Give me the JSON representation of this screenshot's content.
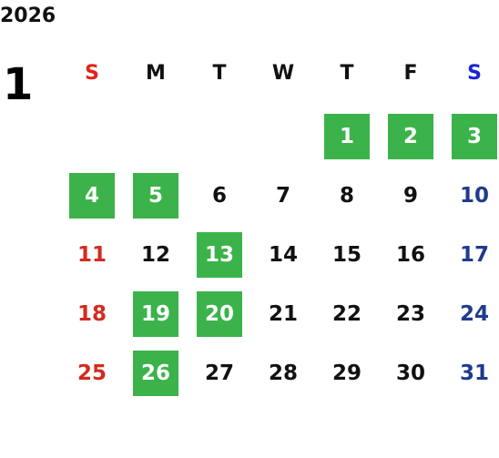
{
  "year": "2026",
  "month": "1",
  "colors": {
    "sunday_header": "#e0241b",
    "saturday_header": "#1a24d4",
    "weekday": "#111111",
    "sunday_date": "#d42a20",
    "saturday_date": "#1f3b8f",
    "highlight_bg": "#3bb34a",
    "highlight_text": "#ffffff"
  },
  "weekdays": [
    "S",
    "M",
    "T",
    "W",
    "T",
    "F",
    "S"
  ],
  "first_weekday_index": 4,
  "days_in_month": 31,
  "highlighted_days": [
    1,
    2,
    3,
    4,
    5,
    13,
    19,
    20,
    26
  ]
}
